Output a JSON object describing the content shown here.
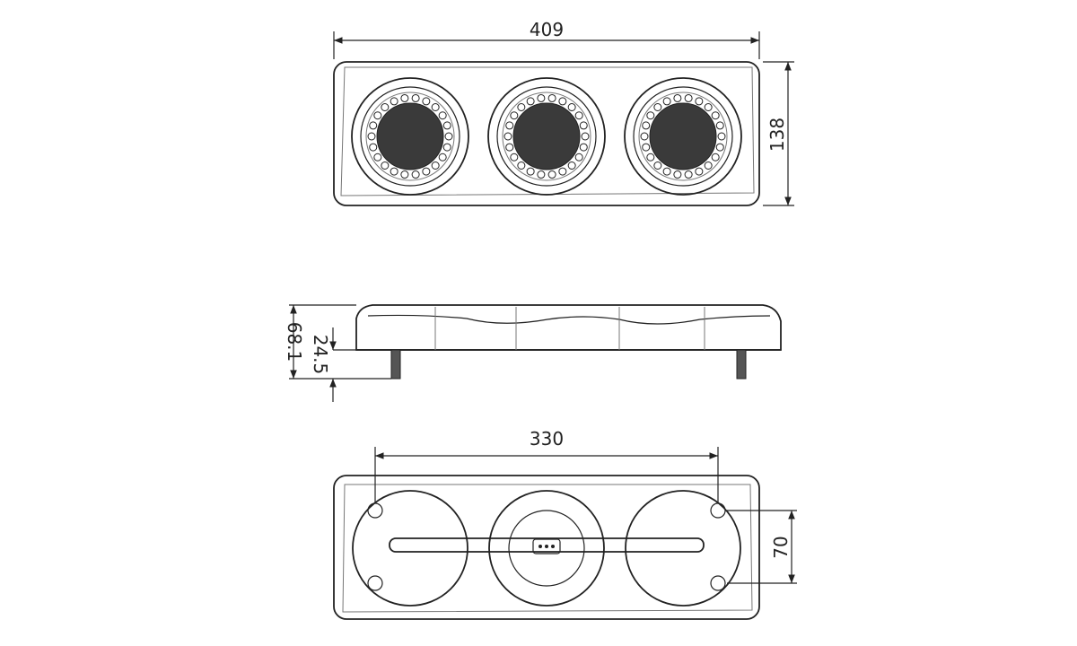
{
  "dimensions": {
    "width_top": "409",
    "height_top": "138",
    "height_side": "68.1",
    "stud_side": "24.5",
    "hole_spacing": "330",
    "hole_vertical": "70"
  },
  "colors": {
    "line": "#222222",
    "led_dark": "#3a3a3a",
    "background": "#ffffff"
  }
}
